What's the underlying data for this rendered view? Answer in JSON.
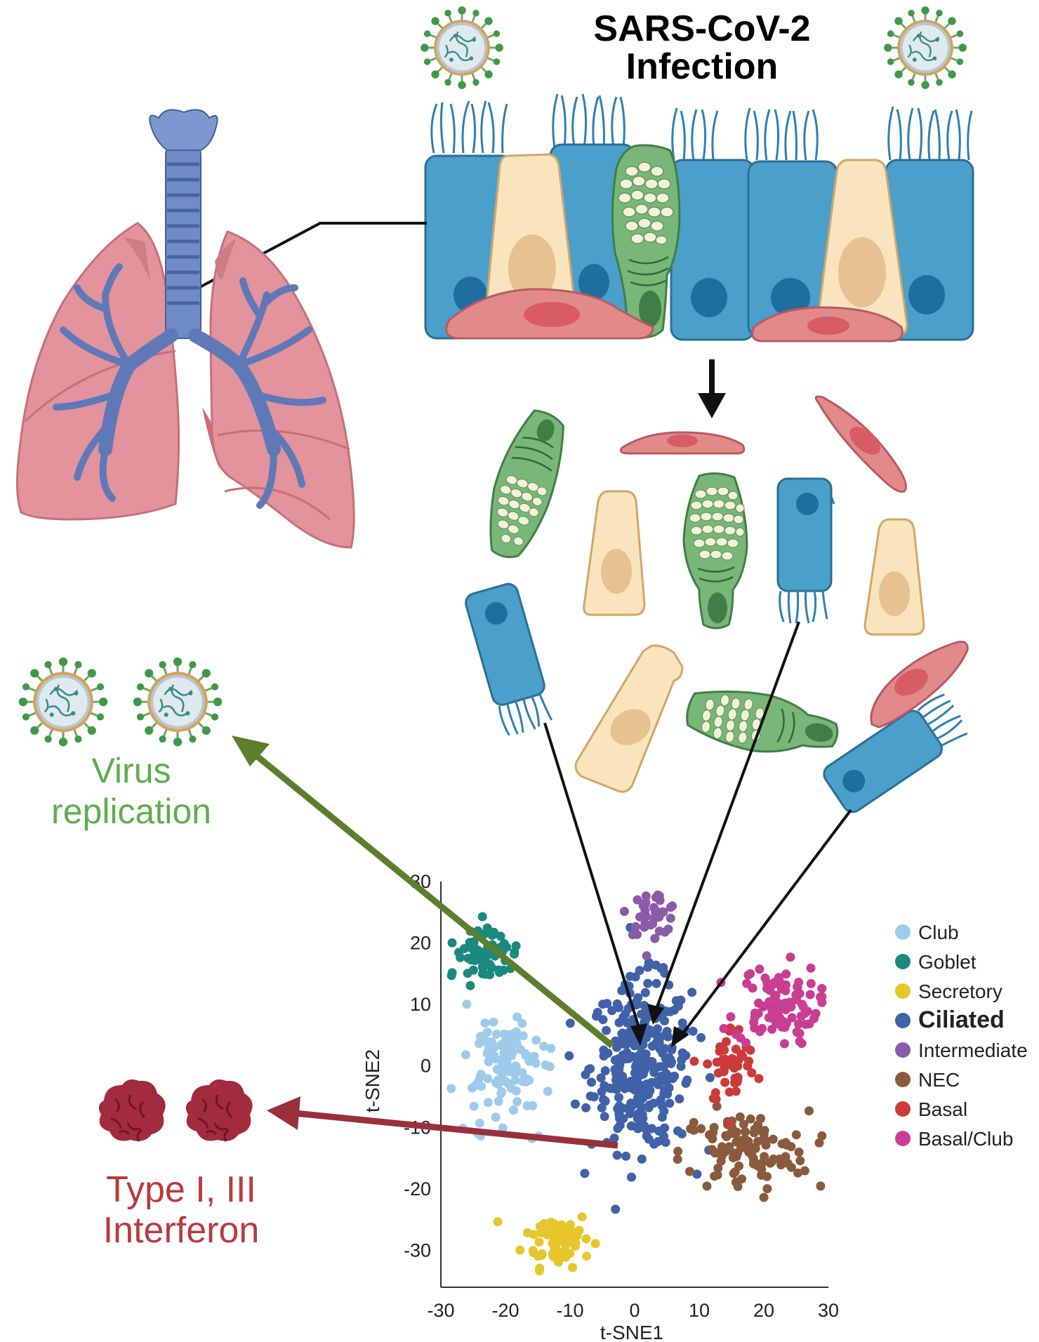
{
  "title": {
    "line1": "SARS-CoV-2",
    "line2": "Infection"
  },
  "virus_label": {
    "line1": "Virus",
    "line2": "replication"
  },
  "interferon_label": {
    "line1": "Type I, III",
    "line2": "Interferon"
  },
  "colors": {
    "ciliated": "#4a9fcb",
    "ciliated_dark": "#2b6f96",
    "club": "#f9e4bd",
    "club_nucleus": "#e8c190",
    "goblet": "#79b778",
    "goblet_dark": "#3f7f45",
    "basal": "#e28a8a",
    "basal_nucleus": "#d85c63",
    "lung": "#e2939b",
    "lung_dark": "#c86f79",
    "trachea": "#6f8cc6",
    "bronchi": "#5f79b8",
    "virus_arrow": "#5c7f2b",
    "interferon_arrow": "#9b2f3b",
    "interferon_blob": "#a22b3e",
    "virus_text": "#5fae4d",
    "interferon_text": "#b93a3f"
  },
  "chart_data": {
    "type": "scatter",
    "xlabel": "t-SNE1",
    "ylabel": "t-SNE2",
    "xlim": [
      -30,
      30
    ],
    "ylim": [
      -36,
      30
    ],
    "x_ticks": [
      "-30",
      "-20",
      "-10",
      "0",
      "10",
      "20",
      "30"
    ],
    "y_ticks": [
      "30",
      "20",
      "10",
      "0",
      "-10",
      "-20",
      "-30"
    ],
    "x_tick_values": [
      -30,
      -20,
      -10,
      0,
      10,
      20,
      30
    ],
    "y_tick_values": [
      30,
      20,
      10,
      0,
      -10,
      -20,
      -30
    ],
    "legend_position": "right",
    "series": [
      {
        "name": "Club",
        "color": "#9ecbeb",
        "bold": false,
        "center": [
          -20,
          0
        ],
        "spread": [
          6.0,
          8.0
        ],
        "count": 110
      },
      {
        "name": "Goblet",
        "color": "#1a8a7c",
        "bold": false,
        "center": [
          -23,
          18
        ],
        "spread": [
          4.8,
          4.2
        ],
        "count": 65
      },
      {
        "name": "Secretory",
        "color": "#e6c62b",
        "bold": false,
        "center": [
          -12,
          -28
        ],
        "spread": [
          4.8,
          4.2
        ],
        "count": 70
      },
      {
        "name": "Ciliated",
        "color": "#3f62a9",
        "bold": true,
        "center": [
          1,
          0
        ],
        "spread": [
          7.0,
          12.5
        ],
        "count": 300
      },
      {
        "name": "Intermediate",
        "color": "#8b5aa8",
        "bold": false,
        "center": [
          3,
          25
        ],
        "spread": [
          3.6,
          3.2
        ],
        "count": 38
      },
      {
        "name": "NEC",
        "color": "#8b5a3c",
        "bold": false,
        "center": [
          17,
          -14
        ],
        "spread": [
          9.0,
          6.0
        ],
        "count": 110
      },
      {
        "name": "Basal",
        "color": "#cc3a3a",
        "bold": false,
        "center": [
          15,
          0
        ],
        "spread": [
          3.6,
          6.0
        ],
        "count": 48
      },
      {
        "name": "Basal/Club",
        "color": "#c93d93",
        "bold": false,
        "center": [
          22,
          10
        ],
        "spread": [
          6.0,
          6.0
        ],
        "count": 95
      }
    ]
  }
}
